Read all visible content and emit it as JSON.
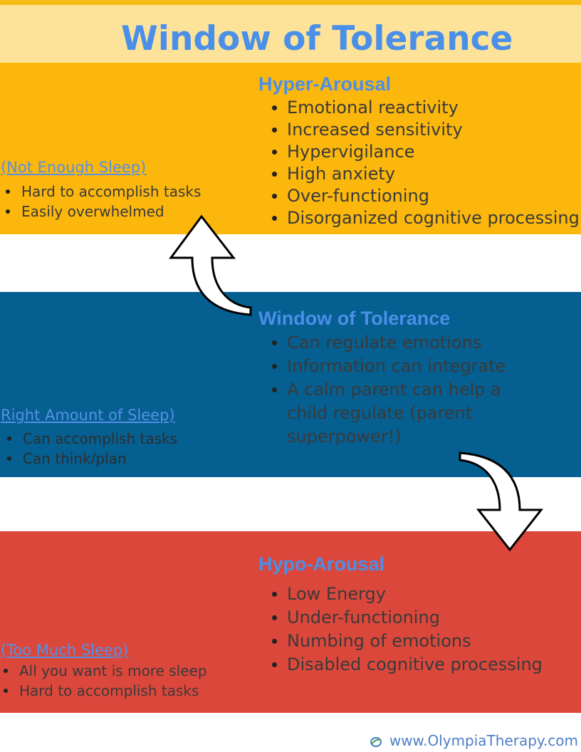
{
  "title": "Window of Tolerance",
  "hyper": {
    "heading": "Hyper-Arousal",
    "items": [
      "Emotional reactivity",
      "Increased sensitivity",
      "Hypervigilance",
      "High anxiety",
      "Over-functioning",
      "Disorganized cognitive processing"
    ],
    "sleep_label": "(Not Enough Sleep)",
    "sleep_items": [
      "Hard to accomplish tasks",
      "Easily overwhelmed"
    ]
  },
  "window": {
    "heading": "Window of Tolerance",
    "items": [
      "Can regulate emotions",
      "Information can integrate",
      "A calm parent can help a child regulate (parent superpower!)"
    ],
    "sleep_label": "Right Amount of Sleep)",
    "sleep_items": [
      "Can accomplish tasks",
      "Can think/plan"
    ]
  },
  "hypo": {
    "heading": "Hypo-Arousal",
    "items": [
      "Low Energy",
      "Under-functioning",
      "Numbing of emotions",
      "Disabled cognitive processing"
    ],
    "sleep_label": "(Too Much Sleep)",
    "sleep_items": [
      "All you want is more sleep",
      "Hard to accomplish tasks"
    ]
  },
  "footer": {
    "url": "www.OlympiaTherapy.com",
    "logo_icon": "olympia-logo-icon"
  },
  "colors": {
    "hyper_band": "#fbb70c",
    "window_band": "#055f91",
    "hypo_band": "#dc473b",
    "title_band": "#fde39a",
    "heading_blue": "#4a8fe8"
  }
}
